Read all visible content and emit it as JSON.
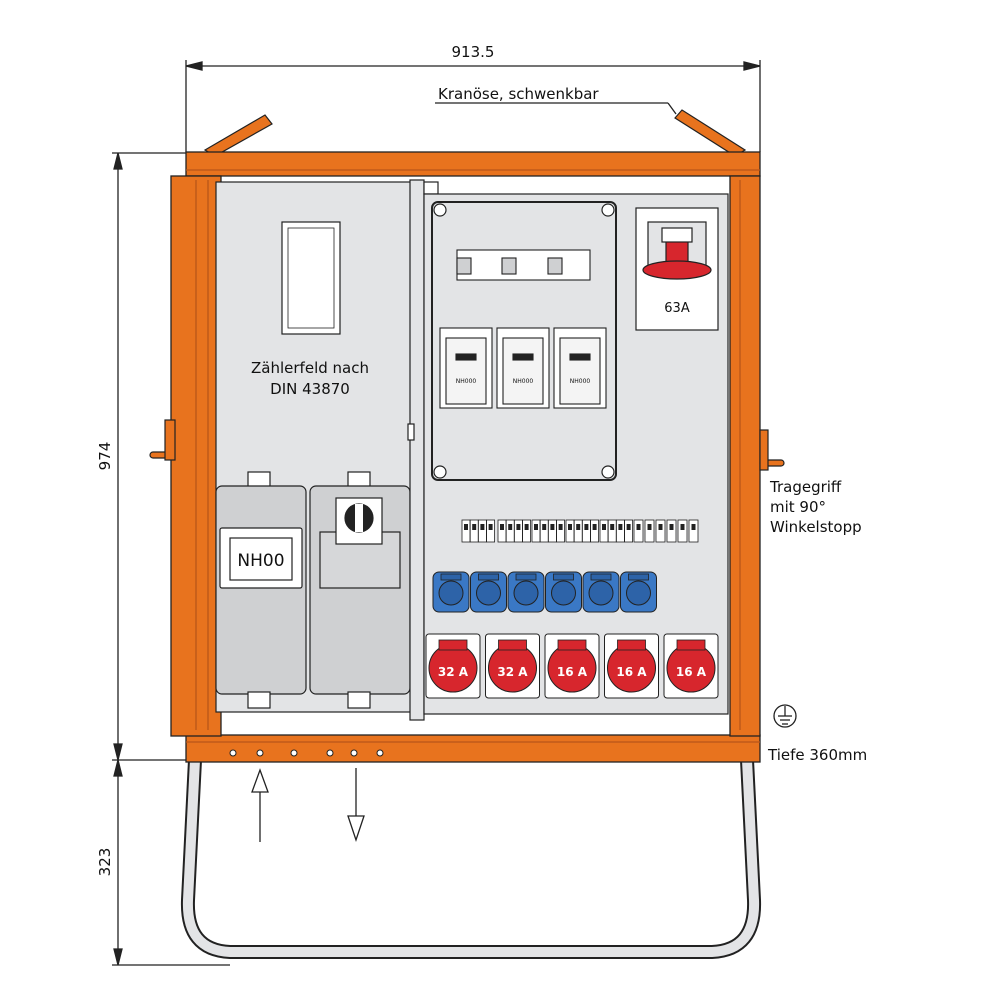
{
  "dimensions": {
    "width": "913.5",
    "height_cabinet": "974",
    "height_stand": "323"
  },
  "annotations": {
    "crane_eye": "Kranöse, schwenkbar",
    "meter_field_line1": "Zählerfeld nach",
    "meter_field_line2": "DIN 43870",
    "handle_line1": "Tragegriff",
    "handle_line2": "mit 90°",
    "handle_line3": "Winkelstopp",
    "depth": "Tiefe 360mm"
  },
  "components": {
    "meter_fuse_label": "NH00",
    "main_switch_rating": "63A",
    "fuse_labels": [
      "NH000",
      "NH000",
      "NH000"
    ],
    "cee_sockets": [
      "32 A",
      "32 A",
      "16 A",
      "16 A",
      "16 A"
    ],
    "schuko_socket_count": 6
  },
  "colors": {
    "frame": "#e8731e",
    "frame_dark": "#b8561a",
    "panel": "#e3e4e6",
    "cee_red": "#d7262d",
    "schuko_blue": "#3a78c5",
    "outline": "#222222"
  }
}
